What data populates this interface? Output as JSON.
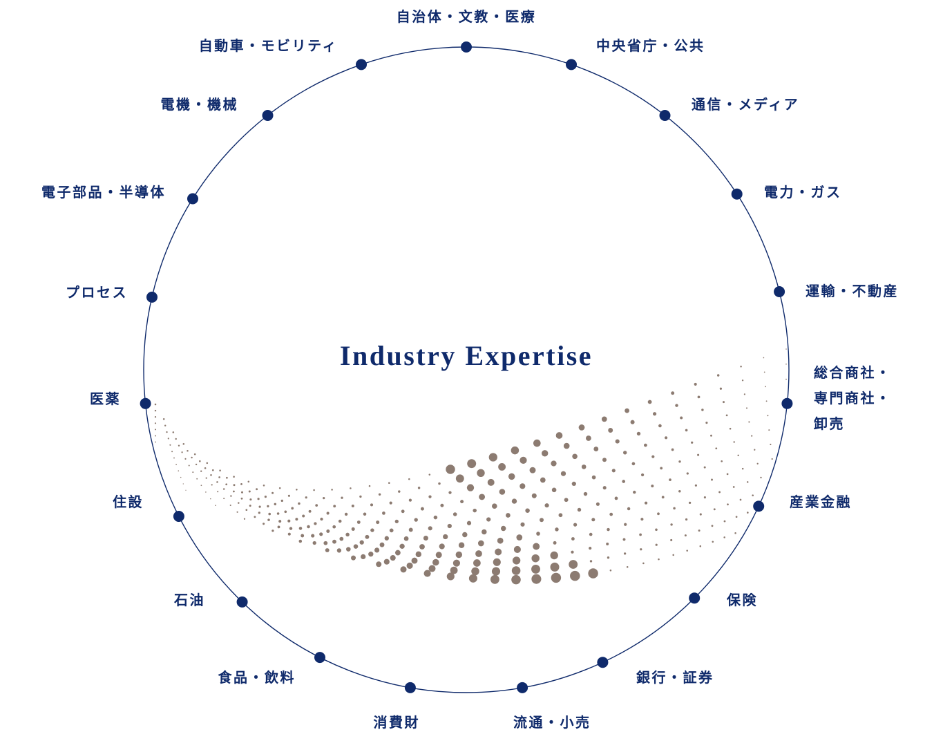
{
  "title": "Industry Expertise",
  "colors": {
    "primary": "#0f2a6b",
    "dots": "#8c7b71",
    "background": "#ffffff"
  },
  "industries": [
    {
      "label": [
        "自治体・文教・医療"
      ]
    },
    {
      "label": [
        "中央省庁・公共"
      ]
    },
    {
      "label": [
        "通信・メディア"
      ]
    },
    {
      "label": [
        "電力・ガス"
      ]
    },
    {
      "label": [
        "運輸・不動産"
      ]
    },
    {
      "label": [
        "総合商社・",
        "専門商社・",
        "卸売"
      ]
    },
    {
      "label": [
        "産業金融"
      ]
    },
    {
      "label": [
        "保険"
      ]
    },
    {
      "label": [
        "銀行・証券"
      ]
    },
    {
      "label": [
        "流通・小売"
      ]
    },
    {
      "label": [
        "消費財"
      ]
    },
    {
      "label": [
        "食品・飲料"
      ]
    },
    {
      "label": [
        "石油"
      ]
    },
    {
      "label": [
        "住設"
      ]
    },
    {
      "label": [
        "医薬"
      ]
    },
    {
      "label": [
        "プロセス"
      ]
    },
    {
      "label": [
        "電子部品・半導体"
      ]
    },
    {
      "label": [
        "電機・機械"
      ]
    },
    {
      "label": [
        "自動車・モビリティ"
      ]
    }
  ]
}
